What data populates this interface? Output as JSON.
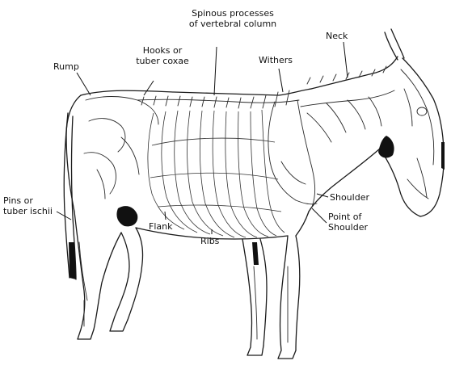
{
  "labels": {
    "spinous_line1": "Spinous processes",
    "spinous_line2": "of vertebral column",
    "neck": "Neck",
    "hooks_line1": "Hooks or",
    "hooks_line2": "tuber coxae",
    "withers": "Withers",
    "rump": "Rump",
    "pins_line1": "Pins or",
    "pins_line2": "tuber ischii",
    "shoulder": "Shoulder",
    "flank": "Flank",
    "ribs": "Ribs",
    "point_line1": "Point of",
    "point_line2": "Shoulder"
  }
}
